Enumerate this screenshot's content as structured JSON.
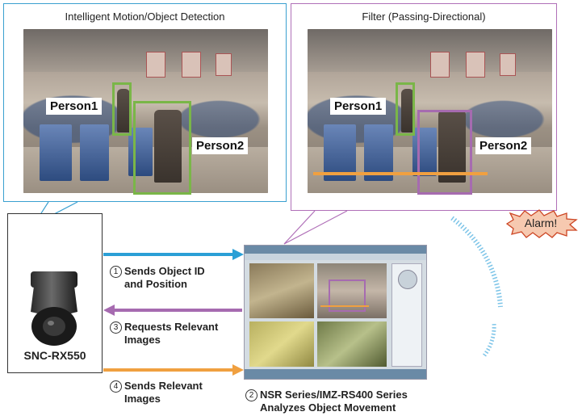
{
  "callouts": {
    "left_title": "Intelligent Motion/Object Detection",
    "right_title": "Filter (Passing-Directional)"
  },
  "labels": {
    "person1": "Person1",
    "person2": "Person2",
    "alarm": "Alarm!"
  },
  "camera": {
    "name": "SNC-RX550"
  },
  "steps": {
    "step1_num": "1",
    "step1_line1": "Sends Object ID",
    "step1_line2": "and Position",
    "step2_num": "2",
    "step2_line1": "NSR Series/IMZ-RS400 Series",
    "step2_line2": "Analyzes Object Movement",
    "step3_num": "3",
    "step3_line1": "Requests Relevant",
    "step3_line2": "Images",
    "step4_num": "4",
    "step4_line1": "Sends Relevant",
    "step4_line2": "Images"
  },
  "colors": {
    "blue": "#2a9fd6",
    "purple": "#a66bb0",
    "orange": "#f0a040",
    "green": "#7ab648",
    "left_border": "#3aa0d0",
    "right_border": "#b070b8",
    "alarm_fill": "#f6c9b0",
    "alarm_stroke": "#cc4422"
  },
  "icons": {
    "camera": "ptz-dome-camera-icon",
    "alarm": "alarm-burst-icon"
  }
}
